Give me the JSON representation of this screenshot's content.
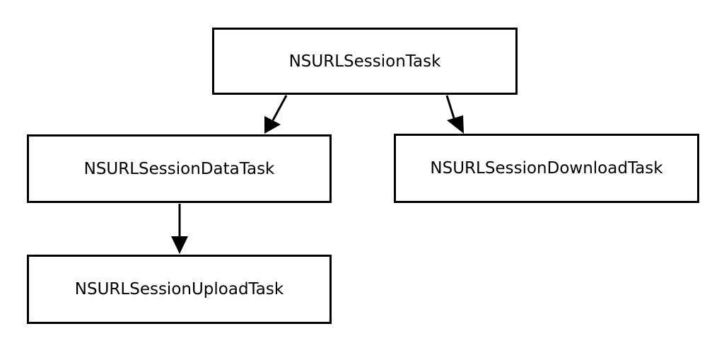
{
  "diagram": {
    "nodes": [
      {
        "id": "task",
        "label": "NSURLSessionTask"
      },
      {
        "id": "data",
        "label": "NSURLSessionDataTask"
      },
      {
        "id": "download",
        "label": "NSURLSessionDownloadTask"
      },
      {
        "id": "upload",
        "label": "NSURLSessionUploadTask"
      }
    ],
    "edges": [
      {
        "from": "task",
        "to": "data"
      },
      {
        "from": "task",
        "to": "download"
      },
      {
        "from": "data",
        "to": "upload"
      }
    ],
    "colors": {
      "stroke": "#000000",
      "background": "#ffffff"
    }
  }
}
